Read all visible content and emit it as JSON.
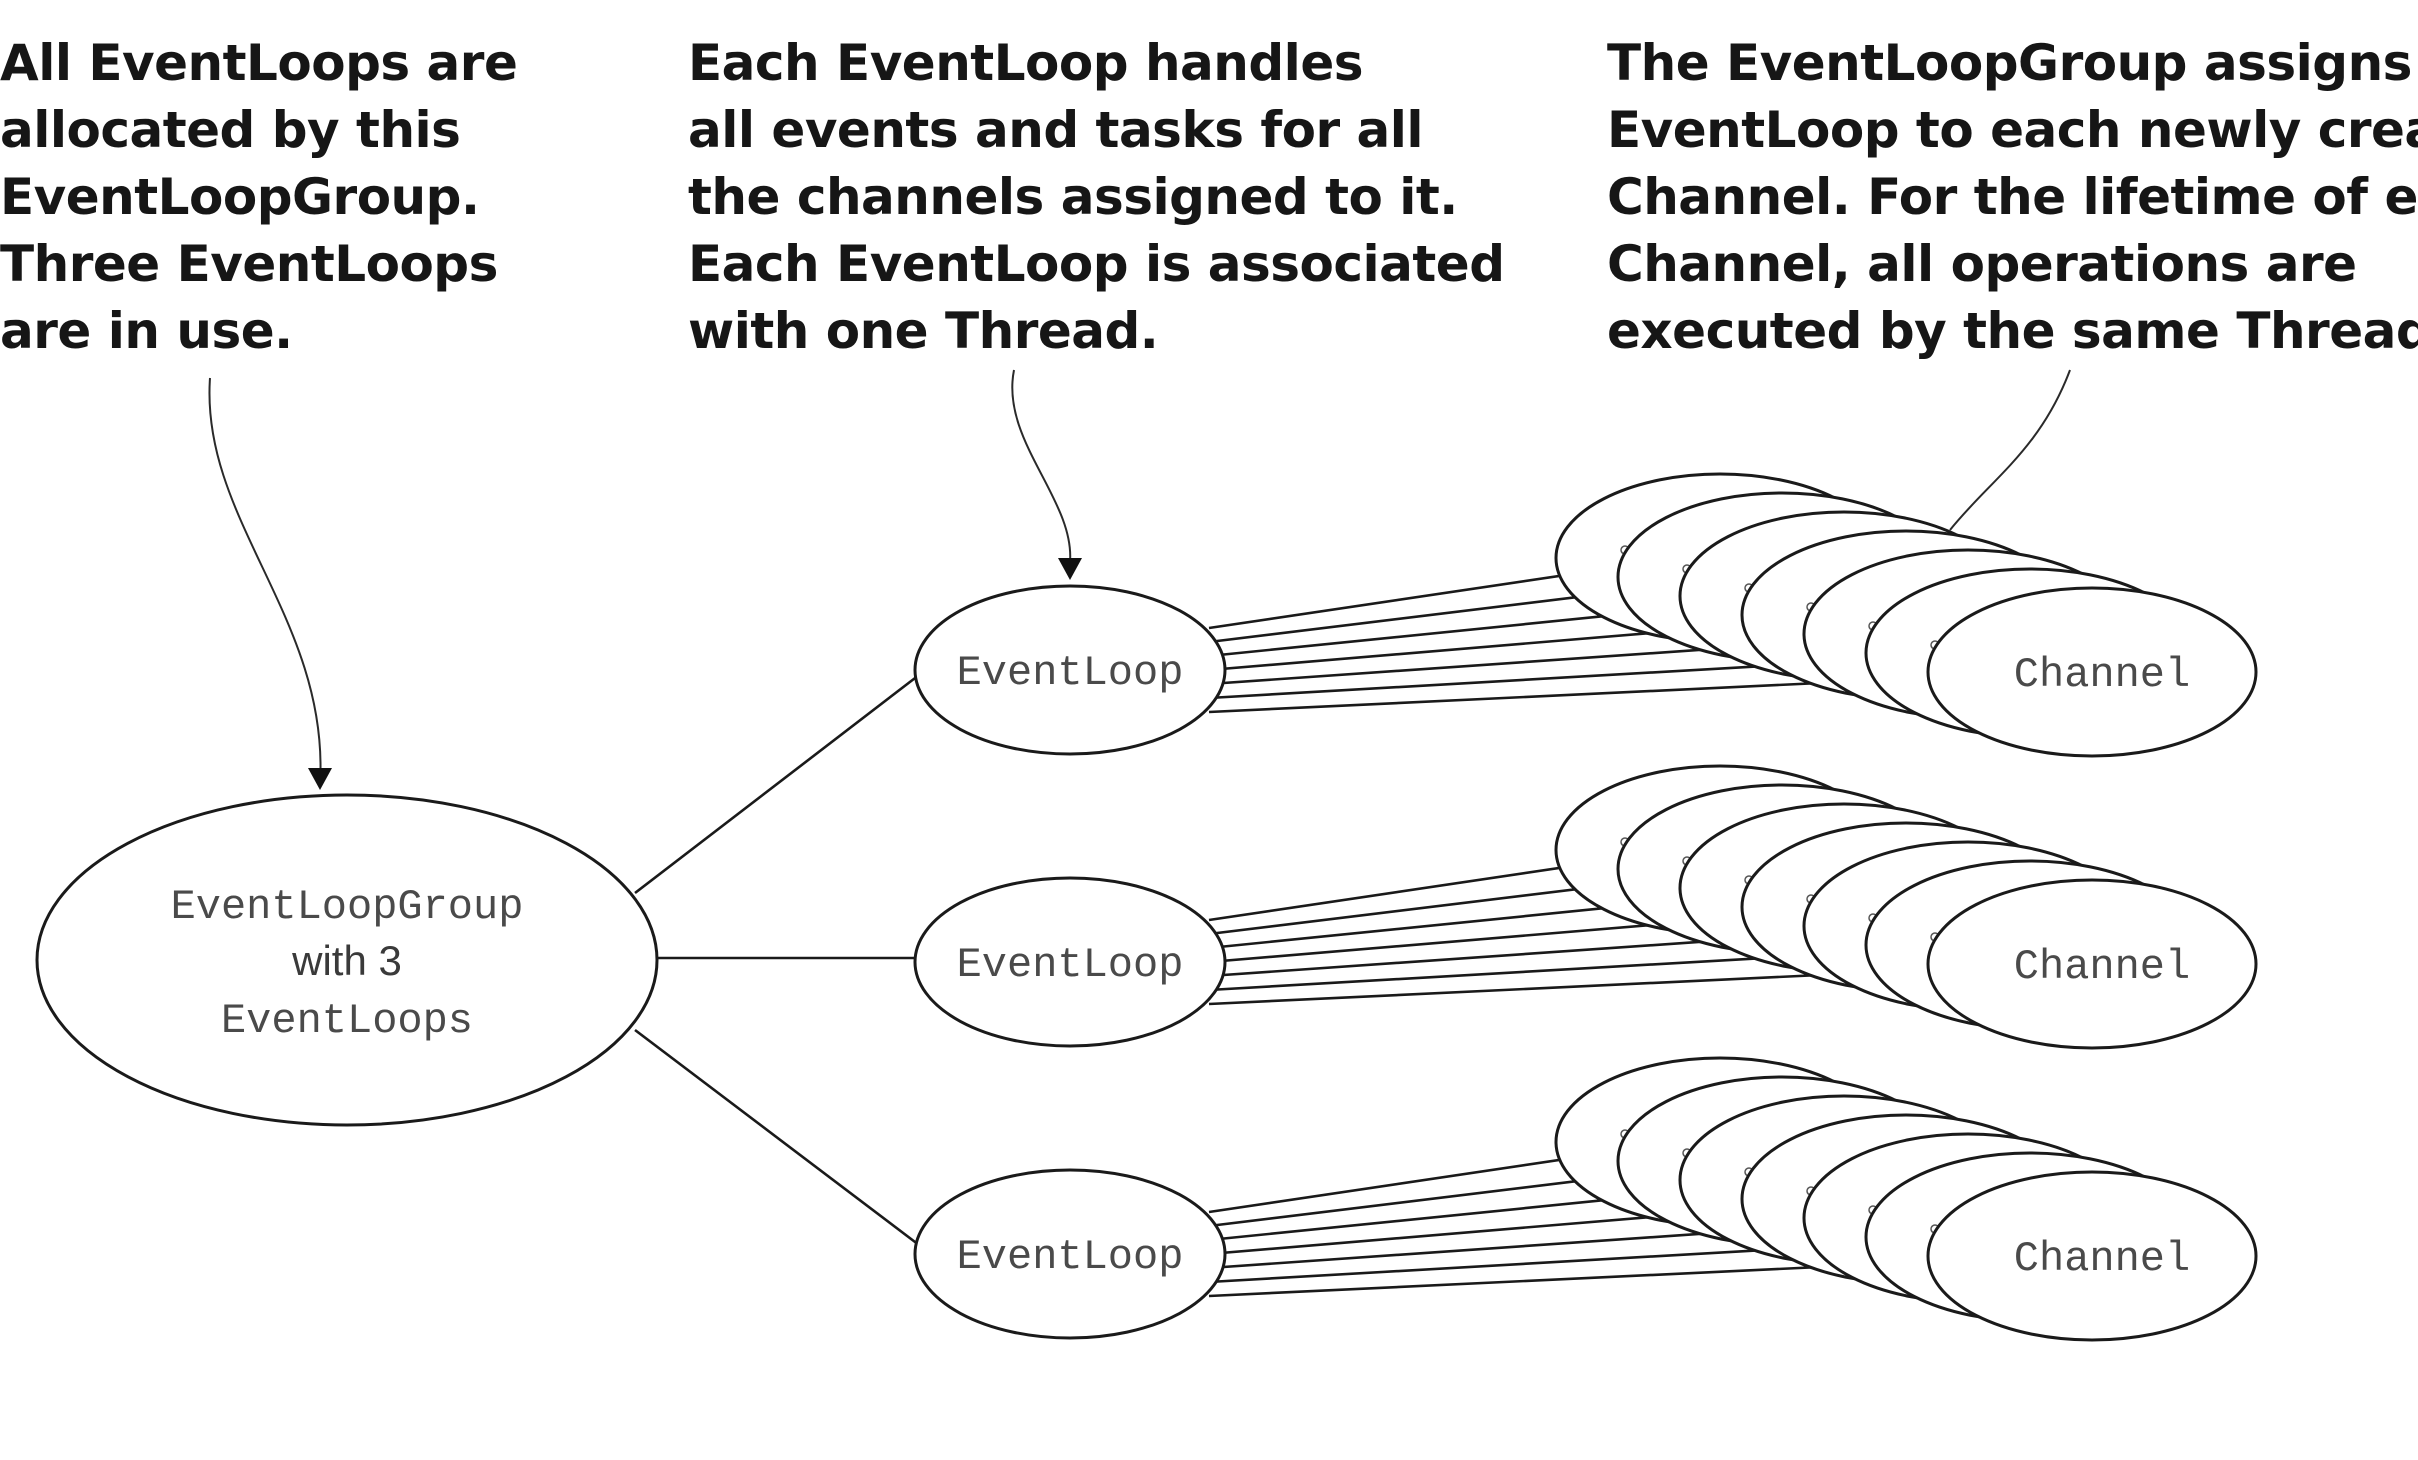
{
  "annotations": {
    "left": "All EventLoops are\nallocated by this\nEventLoopGroup.\nThree EventLoops\nare in use.",
    "middle": "Each EventLoop handles\nall events and tasks for all\nthe channels assigned to it.\nEach EventLoop is associated\nwith one Thread.",
    "right": "The EventLoopGroup assigns an\nEventLoop to each newly created\nChannel. For the lifetime of each\nChannel, all operations are\nexecuted by the same Thread."
  },
  "group_node": {
    "line1": "EventLoopGroup",
    "line2": "with 3",
    "line3": "EventLoops"
  },
  "event_loops": [
    {
      "label": "EventLoop",
      "channel_label": "Channel",
      "stack_size": 7
    },
    {
      "label": "EventLoop",
      "channel_label": "Channel",
      "stack_size": 7
    },
    {
      "label": "EventLoop",
      "channel_label": "Channel",
      "stack_size": 7
    }
  ]
}
